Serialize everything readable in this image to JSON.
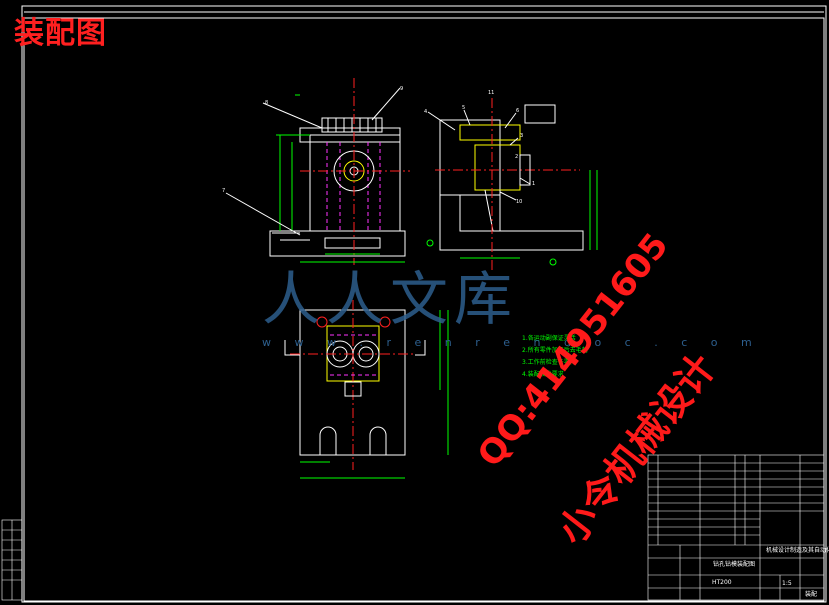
{
  "title": "装配图",
  "watermark": {
    "text": "人人文库",
    "url": "w w w . r e n r e n d o c . c o m"
  },
  "contact": {
    "qq": "QQ:414951605",
    "name": "小令机械设计"
  },
  "tech_notes": [
    "1.各运动副保证灵活",
    "2.所有零件加工后去毛刺",
    "3.工作前检查各零件",
    "4.装配技术要求"
  ],
  "title_block": {
    "part_name": "钻孔钻模装配图",
    "material": "HT200",
    "scale": "1:5",
    "school": "机械设计制造及其自动化",
    "sheet": "装配"
  },
  "part_labels": [
    "8",
    "9",
    "7",
    "4",
    "5",
    "6",
    "3",
    "2",
    "1",
    "10",
    "11"
  ],
  "colors": {
    "title": "#ff2020",
    "frame": "#ffffff",
    "dim": "#00ff00",
    "center": "#ff2020",
    "hidden": "#ff33ff",
    "part": "#ffff00",
    "watermark": "#2d5f8e"
  }
}
